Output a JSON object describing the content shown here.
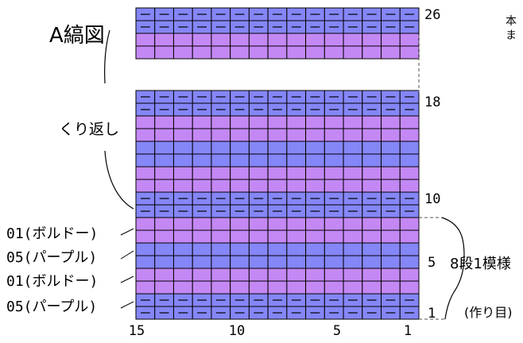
{
  "title": "A縞図",
  "corner_note": [
    "本",
    "ま"
  ],
  "repeat_label": "くり返し",
  "pattern_label": "8段1模様",
  "cast_on_label": "(作り目)",
  "row_numbers": [
    "26",
    "18",
    "10",
    "5",
    "1"
  ],
  "column_numbers": [
    "15",
    "10",
    "5",
    "1"
  ],
  "yarn_labels": [
    "01(ボルドー)",
    "05(パープル)",
    "01(ボルドー)",
    "05(パープル)"
  ],
  "colors": {
    "bordeaux": "#c488f5",
    "purple": "#8586f7",
    "grid_line": "#000000"
  },
  "symbol": "purl (−)",
  "chart": {
    "columns": 15,
    "top_block": {
      "first_row": 26,
      "last_row": 23,
      "rows": [
        {
          "row": 26,
          "color": "purple",
          "purl": true
        },
        {
          "row": 25,
          "color": "purple",
          "purl": true
        },
        {
          "row": 24,
          "color": "bordeaux",
          "purl": false
        },
        {
          "row": 23,
          "color": "bordeaux",
          "purl": false
        }
      ]
    },
    "bottom_block": {
      "first_row": 18,
      "last_row": 1,
      "rows": [
        {
          "row": 18,
          "color": "purple",
          "purl": true
        },
        {
          "row": 17,
          "color": "purple",
          "purl": true
        },
        {
          "row": 16,
          "color": "bordeaux",
          "purl": false
        },
        {
          "row": 15,
          "color": "bordeaux",
          "purl": false
        },
        {
          "row": 14,
          "color": "purple",
          "purl": false
        },
        {
          "row": 13,
          "color": "purple",
          "purl": false
        },
        {
          "row": 12,
          "color": "bordeaux",
          "purl": false
        },
        {
          "row": 11,
          "color": "bordeaux",
          "purl": false
        },
        {
          "row": 10,
          "color": "purple",
          "purl": true
        },
        {
          "row": 9,
          "color": "purple",
          "purl": true
        },
        {
          "row": 8,
          "color": "bordeaux",
          "purl": false
        },
        {
          "row": 7,
          "color": "bordeaux",
          "purl": false
        },
        {
          "row": 6,
          "color": "purple",
          "purl": false
        },
        {
          "row": 5,
          "color": "purple",
          "purl": false
        },
        {
          "row": 4,
          "color": "bordeaux",
          "purl": false
        },
        {
          "row": 3,
          "color": "bordeaux",
          "purl": false
        },
        {
          "row": 2,
          "color": "purple",
          "purl": true
        },
        {
          "row": 1,
          "color": "purple",
          "purl": true
        }
      ]
    }
  }
}
